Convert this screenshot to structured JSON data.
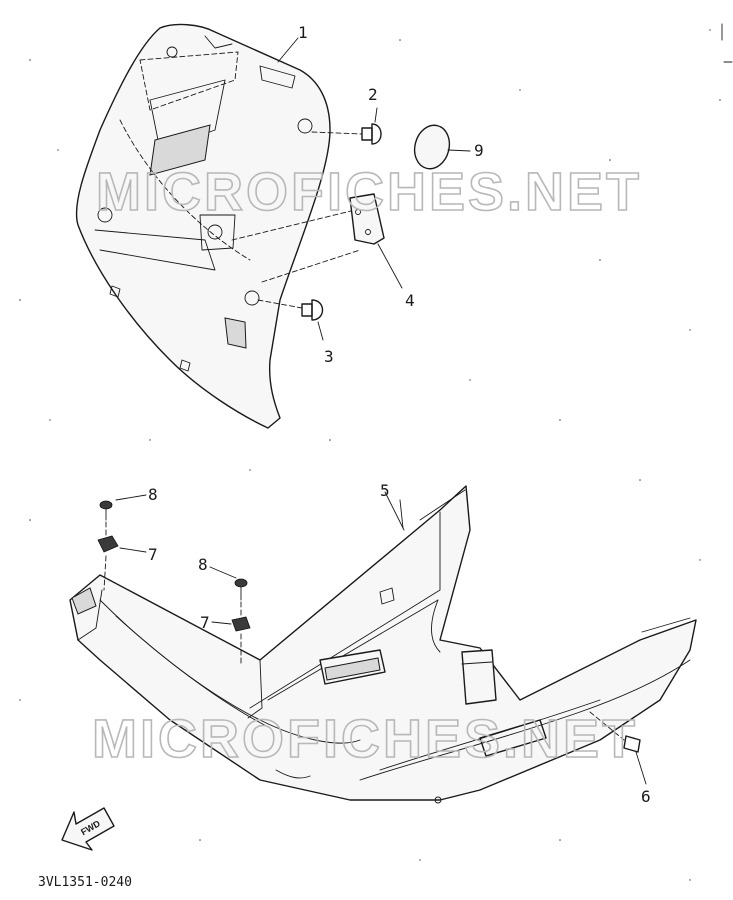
{
  "watermark": {
    "top": "MICROFICHES.NET",
    "bottom": "MICROFICHES.NET"
  },
  "callouts": {
    "c1": "1",
    "c2": "2",
    "c3": "3",
    "c4": "4",
    "c5": "5",
    "c6": "6",
    "c7a": "7",
    "c7b": "7",
    "c8a": "8",
    "c8b": "8",
    "c9": "9"
  },
  "arrow": {
    "label": "FWD"
  },
  "diagram_code": "3VL1351-0240",
  "colors": {
    "line": "#1a1a1a",
    "watermark": "#b8b8b8",
    "paper": "#ffffff"
  }
}
